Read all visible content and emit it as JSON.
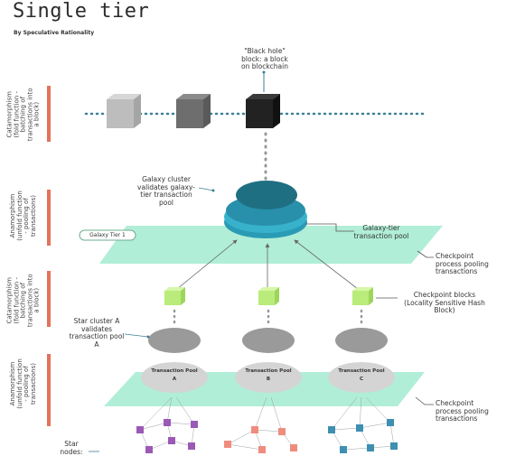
{
  "title": "Single tier",
  "byline": "By Speculative Rationality",
  "side_labels": {
    "cata1": "Catamorphism (fold function - batching of transactions into a block)",
    "ana1": "Anamorphism (unfold function - pooling of transactions)",
    "cata2": "Catamorphism (fold function - batching of transactions into a block)",
    "ana2": "Anamorphism (unfold function - pooling of transactions)"
  },
  "labels": {
    "black_hole": "\"Black hole\" block: a block on blockchain",
    "galaxy_cluster": "Galaxy cluster validates galaxy-tier transaction pool",
    "galaxy_tier_badge": "Galaxy Tier 1",
    "galaxy_pool": "Galaxy-tier transaction pool",
    "checkpoint_top": "Checkpoint process pooling transactions",
    "checkpoint_blocks": "Checkpoint blocks (Locality Sensitive Hash Block)",
    "star_cluster": "Star cluster A validates transaction pool A",
    "checkpoint_bottom": "Checkpoint process pooling transactions",
    "star_nodes": "Star nodes:"
  },
  "pools": [
    {
      "title": "Transaction Pool",
      "letter": "A"
    },
    {
      "title": "Transaction Pool",
      "letter": "B"
    },
    {
      "title": "Transaction Pool",
      "letter": "C"
    }
  ],
  "colors": {
    "accent_bar": "#e2725b",
    "teal_dark": "#1f6f82",
    "teal": "#2a9bb5",
    "plane": "#a8ecd3",
    "checkpoint_green": "#b9ec7a",
    "grey_cluster": "#9a9a9a",
    "pool_grey": "#d4d4d4",
    "node_purple": "#9b59b6",
    "node_pink": "#f08c7e",
    "node_blue": "#3e8fb0"
  }
}
